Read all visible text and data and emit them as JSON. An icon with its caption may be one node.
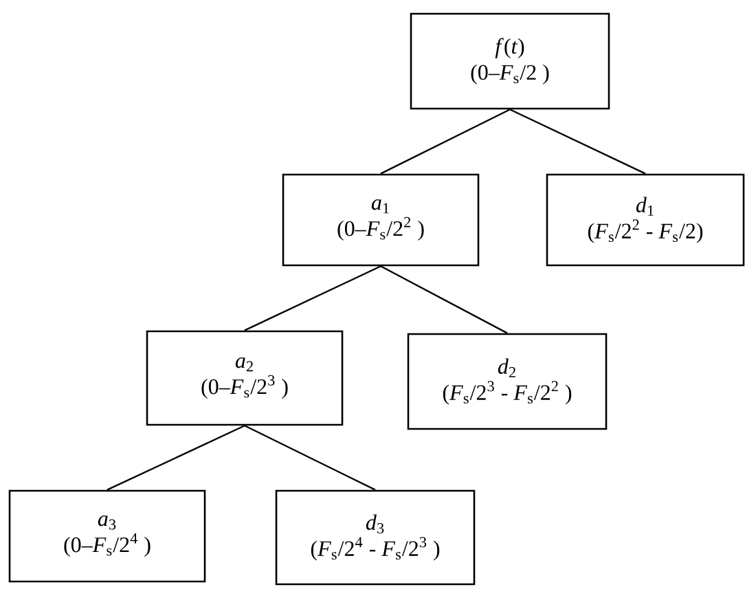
{
  "diagram": {
    "nodes": [
      {
        "text": [
          "*f*(*t*)",
          "(0–*F*$_{s}$/2 )"
        ]
      },
      {
        "text": [
          "*a*$_{1}$",
          "(0–*F*$_{s}$/2$^{2}$ )"
        ]
      },
      {
        "text": [
          "*d*$_{1}$",
          "(*F*$_{s}$/2$^{2}$ - *F*$_{s}$/2)"
        ]
      },
      {
        "text": [
          "*a*$_{2}$",
          "(0–*F*$_{s}$/2$^{3}$ )"
        ]
      },
      {
        "text": [
          "*d*$_{2}$",
          "(*F*$_{s}$/2$^{3}$ - *F*$_{s}$/2$^{2}$ )"
        ]
      },
      {
        "text": [
          "*a*$_{3}$",
          "(0–*F*$_{s}$/2$^{4}$ )"
        ]
      },
      {
        "text": [
          "*d*$_{3}$",
          "(*F*$_{s}$/2$^{4}$ - *F*$_{s}$/2$^{3}$ )"
        ]
      }
    ],
    "edges": [
      {
        "from": 0,
        "to": 1,
        "arrow": "none"
      },
      {
        "from": 0,
        "to": 2,
        "arrow": "none"
      },
      {
        "from": 1,
        "to": 3,
        "arrow": "none"
      },
      {
        "from": 1,
        "to": 4,
        "arrow": "none"
      },
      {
        "from": 3,
        "to": 5,
        "arrow": "none"
      },
      {
        "from": 3,
        "to": 6,
        "arrow": "none"
      }
    ]
  }
}
